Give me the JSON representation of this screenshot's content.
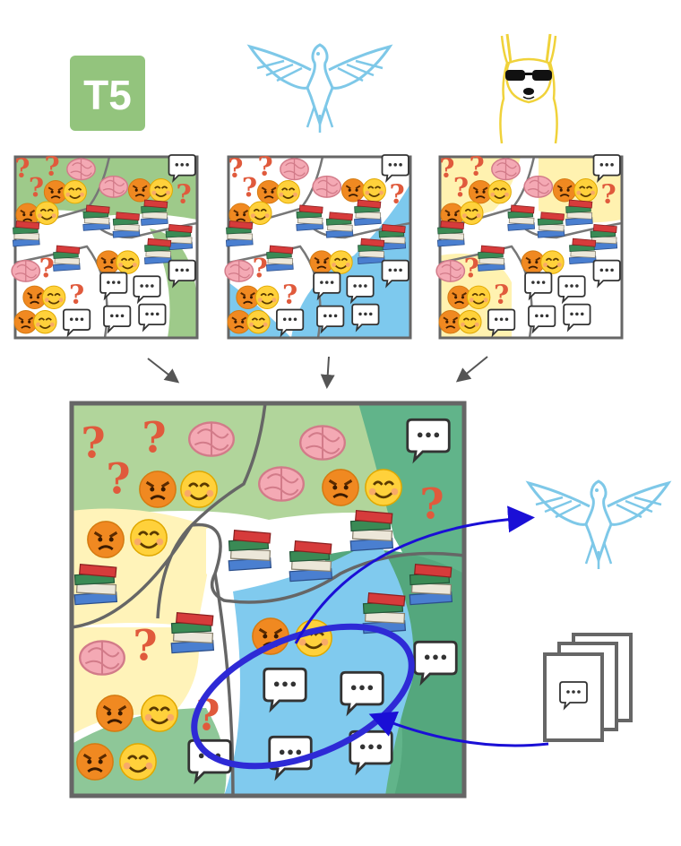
{
  "logos": {
    "t5": {
      "label": "T5",
      "color": "#93c47d"
    },
    "falcon": {
      "name": "falcon-logo",
      "color": "#7ec8e8"
    },
    "llama": {
      "name": "llama-logo",
      "color": "#f0d23a"
    }
  },
  "regions": {
    "green": "#93c47d",
    "yellow": "#fff2b0",
    "blue": "#6fc3ec",
    "dark_green": "#3d9b6b"
  },
  "arrows": {
    "cluster_color": "#1a0fd6",
    "input_color": "#555555"
  },
  "icons": [
    "question-mark-icon",
    "brain-icon",
    "angry-face-icon",
    "smiling-face-icon",
    "books-icon",
    "speech-bubble-icon",
    "document-stack-icon"
  ]
}
